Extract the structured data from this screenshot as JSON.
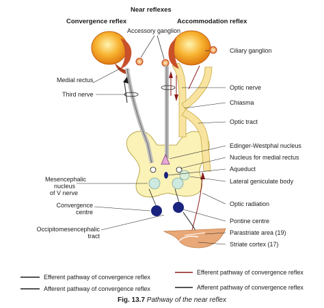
{
  "titles": {
    "near_reflexes": "Near reflexes",
    "convergence_reflex": "Convergence reflex",
    "accommodation_reflex": "Accommodation reflex"
  },
  "labels": {
    "accessory_ganglion": "Accessory ganglion",
    "ciliary_ganglion": "Ciliary ganglion",
    "medial_rectus": "Medial rectus",
    "third_nerve": "Third nerve",
    "optic_nerve": "Optic nerve",
    "chiasma": "Chiasma",
    "optic_tract": "Optic tract",
    "edinger_westphal": "Edinger-Westphal nucleus",
    "nucleus_medial_rectus": "Nucleus for medial rectus",
    "aqueduct": "Aqueduct",
    "lateral_geniculate": "Lateral geniculate body",
    "mesencephalic_1": "Mesencephalic",
    "mesencephalic_2": "nucleus",
    "mesencephalic_3": "of V nerve",
    "convergence_centre_1": "Convergence",
    "convergence_centre_2": "centre",
    "optic_radiation": "Optic radiation",
    "pontine_centre": "Pontine centre",
    "occipito_1": "Occipitomesencephalic",
    "occipito_2": "tract",
    "parastriate": "Parastriate area (19)",
    "striate": "Striate cortex (17)"
  },
  "legend": [
    {
      "text": "Efferent pathway of convergence reflex",
      "color": "#1a1a1a"
    },
    {
      "text": "Afferent pathway of convergence reflex",
      "color": "#1a1a1a"
    },
    {
      "text": "Efferent pathway of convergence reflex",
      "color": "#8b1a1a"
    },
    {
      "text": "Afferent pathway of convergence reflex",
      "color": "#1a1a1a"
    }
  ],
  "caption": {
    "fig": "Fig. 13.7",
    "text": "Pathway of the near reflex"
  },
  "colors": {
    "eye_orange": "#f5a623",
    "eye_yellow": "#fde08a",
    "muscle_red": "#c8502a",
    "brain_fill": "#fbf2b8",
    "brain_stroke": "#b8a850",
    "optic_fill": "#f8e4a0",
    "cortex_fill": "#e8a878",
    "nucleus_blue": "#1a237e",
    "nucleus_pink": "#e6a8d8"
  }
}
